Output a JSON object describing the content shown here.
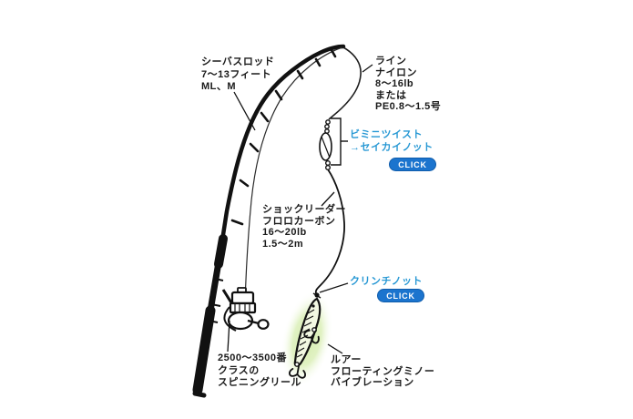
{
  "colors": {
    "ink": "#1a1a1a",
    "accent_blue": "#2798d4",
    "click_button_bg": "#1b74ce",
    "click_button_text": "#ffffff",
    "lure_glow": "#d9edb2"
  },
  "diagram": {
    "rod_label": {
      "lines": [
        "シーバスロッド",
        "7～13フィート",
        "ML、M"
      ]
    },
    "line_label": {
      "lines": [
        "ライン",
        "ナイロン",
        "8～16lb",
        "または",
        "PE0.8～1.5号"
      ]
    },
    "bimini_knot": {
      "lines": [
        "ビミニツイスト",
        "→セイカイノット"
      ],
      "button": "CLICK"
    },
    "shock_leader": {
      "lines": [
        "ショックリーダー",
        "フロロカーボン",
        "16～20lb",
        "1.5～2m"
      ]
    },
    "clinch_knot": {
      "label": "クリンチノット",
      "button": "CLICK"
    },
    "reel_label": {
      "lines": [
        "2500～3500番",
        "クラスの",
        "スピニングリール"
      ]
    },
    "lure_label": {
      "lines": [
        "ルアー",
        "フローティングミノー",
        "バイブレーション"
      ]
    }
  }
}
